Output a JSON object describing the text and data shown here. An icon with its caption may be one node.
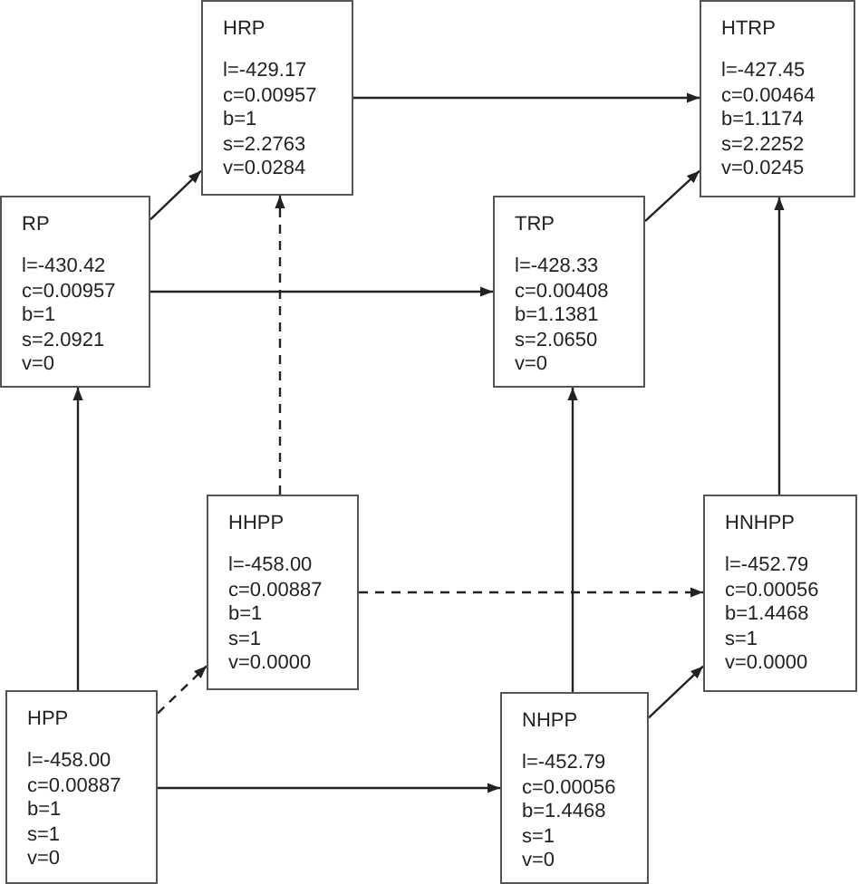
{
  "diagram": {
    "nodes": [
      {
        "text": [
          "HRP",
          "l=-429.17",
          "c=0.00957",
          "b=1",
          "s=2.2763",
          "v=0.0284"
        ]
      },
      {
        "text": [
          "HTRP",
          "l=-427.45",
          "c=0.00464",
          "b=1.1174",
          "s=2.2252",
          "v=0.0245"
        ]
      },
      {
        "text": [
          "RP",
          "l=-430.42",
          "c=0.00957",
          "b=1",
          "s=2.0921",
          "v=0"
        ]
      },
      {
        "text": [
          "TRP",
          "l=-428.33",
          "c=0.00408",
          "b=1.1381",
          "s=2.0650",
          "v=0"
        ]
      },
      {
        "text": [
          "HHPP",
          "l=-458.00",
          "c=0.00887",
          "b=1",
          "s=1",
          "v=0.0000"
        ]
      },
      {
        "text": [
          "HNHPP",
          "l=-452.79",
          "c=0.00056",
          "b=1.4468",
          "s=1",
          "v=0.0000"
        ]
      },
      {
        "text": [
          "HPP",
          "l=-458.00",
          "c=0.00887",
          "b=1",
          "s=1",
          "v=0"
        ]
      },
      {
        "text": [
          "NHPP",
          "l=-452.79",
          "c=0.00056",
          "b=1.4468",
          "s=1",
          "v=0"
        ]
      }
    ],
    "edges": [
      {
        "from": 2,
        "to": 0,
        "arrow": "to"
      },
      {
        "from": 0,
        "to": 1,
        "arrow": "to"
      },
      {
        "from": 2,
        "to": 3,
        "arrow": "to"
      },
      {
        "from": 3,
        "to": 1,
        "arrow": "to"
      },
      {
        "from": 6,
        "to": 2,
        "arrow": "to"
      },
      {
        "from": 4,
        "to": 0,
        "arrow": "to",
        "style": "dashed"
      },
      {
        "from": 6,
        "to": 4,
        "arrow": "to",
        "style": "dashed"
      },
      {
        "from": 4,
        "to": 5,
        "arrow": "to",
        "style": "dashed"
      },
      {
        "from": 6,
        "to": 7,
        "arrow": "to"
      },
      {
        "from": 7,
        "to": 3,
        "arrow": "to"
      },
      {
        "from": 7,
        "to": 5,
        "arrow": "to"
      },
      {
        "from": 5,
        "to": 1,
        "arrow": "to"
      }
    ]
  }
}
